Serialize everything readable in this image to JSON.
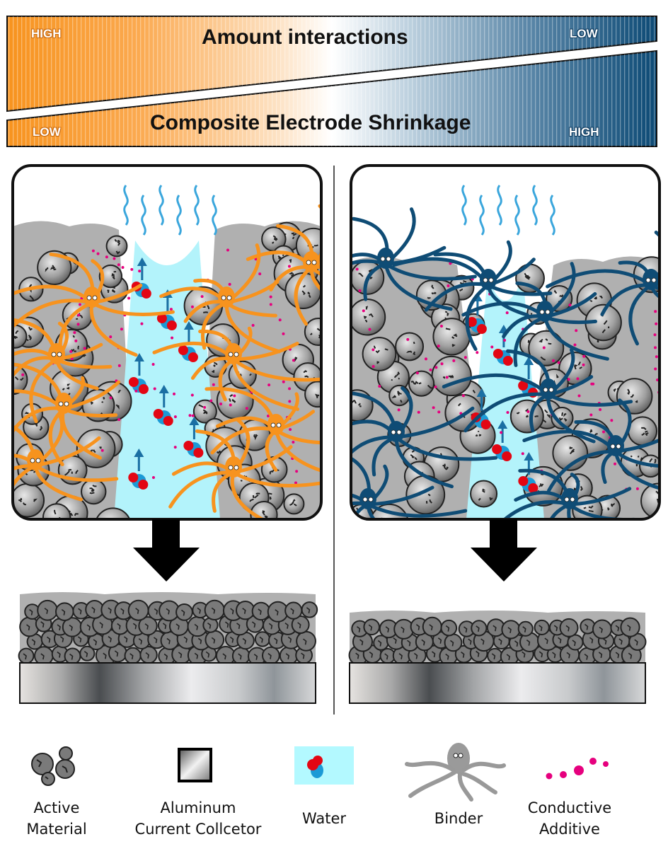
{
  "header": {
    "top_bar": {
      "title": "Amount interactions",
      "left_tag": "HIGH",
      "right_tag": "LOW"
    },
    "bottom_bar": {
      "title": "Composite Electrode Shrinkage",
      "left_tag": "LOW",
      "right_tag": "HIGH"
    },
    "gradient_colors": {
      "left": "#f7931e",
      "middle": "#ffffff",
      "right": "#0d4a75"
    }
  },
  "panels": [
    {
      "id": "left",
      "binder_color": "#f7931e",
      "scenario": "high interactions / low shrinkage"
    },
    {
      "id": "right",
      "binder_color": "#0f4c75",
      "scenario": "low interactions / high shrinkage"
    }
  ],
  "legend": {
    "items": [
      {
        "icon": "active-material-icon",
        "label_line1": "Active",
        "label_line2": "Material"
      },
      {
        "icon": "current-collector-icon",
        "label_line1": "Aluminum",
        "label_line2": "Current Collcetor"
      },
      {
        "icon": "water-icon",
        "label_line1": "Water",
        "label_line2": ""
      },
      {
        "icon": "binder-icon",
        "label_line1": "Binder",
        "label_line2": ""
      },
      {
        "icon": "conductive-additive-icon",
        "label_line1": "Conductive",
        "label_line2": "Additive"
      }
    ]
  },
  "colors": {
    "water": "#b3f3fb",
    "oxygen": "#1b9ad6",
    "hydrogen": "#e30613",
    "arrow": "#1a6fa3",
    "steam": "#3aa6dc",
    "additive": "#e6007e",
    "particle": "#8a8a8a",
    "matrix": "#b0b0b0"
  }
}
